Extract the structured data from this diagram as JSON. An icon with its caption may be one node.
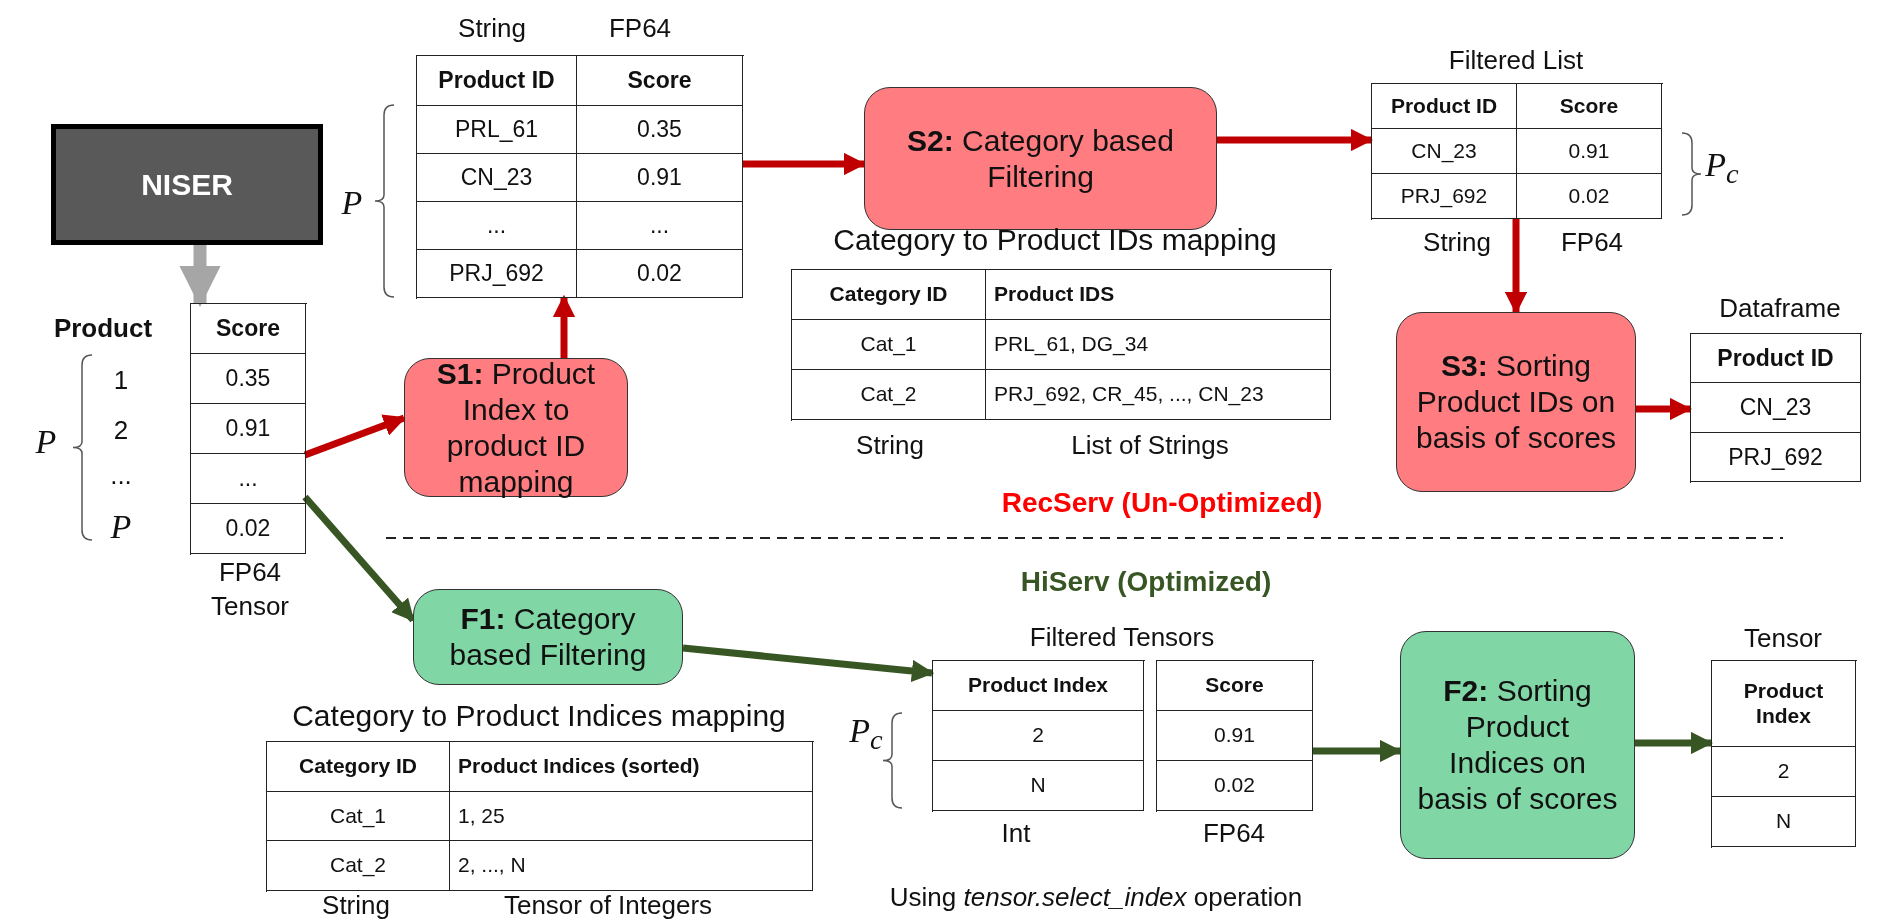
{
  "diagram": {
    "nodes": [
      {
        "text": [
          "NISER"
        ]
      },
      {
        "text": [
          "Score",
          "0.35",
          "0.91",
          "...",
          "0.02"
        ],
        "beside": [
          "FP64 Tensor"
        ]
      },
      {
        "text": [
          "**S1:** Product Index to product ID mapping"
        ]
      },
      {
        "text": [
          "Product ID",
          "Score",
          "PRL_61",
          "0.35",
          "CN_23",
          "0.91",
          "...",
          "...",
          "PRJ_692",
          "0.02"
        ],
        "beside": [
          "String",
          "FP64"
        ]
      },
      {
        "text": [
          "**S2:** Category based Filtering"
        ]
      },
      {
        "text": [
          "Product ID",
          "Score",
          "CN_23",
          "0.91",
          "PRJ_692",
          "0.02"
        ],
        "beside": [
          "Filtered List",
          "String",
          "FP64"
        ]
      },
      {
        "text": [
          "**S3:** Sorting Product IDs on basis of scores"
        ]
      },
      {
        "text": [
          "Product ID",
          "CN_23",
          "PRJ_692"
        ],
        "beside": [
          "Dataframe"
        ]
      },
      {
        "text": [
          "**F1:** Category based Filtering"
        ]
      },
      {
        "text": [
          "Product Index",
          "2",
          "N"
        ],
        "beside": [
          "Int"
        ]
      },
      {
        "text": [
          "Score",
          "0.91",
          "0.02"
        ],
        "beside": [
          "FP64"
        ]
      },
      {
        "text": [
          "**F2:** Sorting Product Indices on basis of scores"
        ]
      },
      {
        "text": [
          "Product Index",
          "2",
          "N"
        ],
        "beside": [
          "Tensor"
        ]
      },
      {
        "text": [
          "Category ID",
          "Product IDS",
          "Cat_1",
          "PRL_61, DG_34",
          "Cat_2",
          "PRJ_692, CR_45, ..., CN_23"
        ],
        "beside": [
          "Category to Product IDs mapping",
          "String",
          "List of Strings"
        ]
      },
      {
        "text": [
          "Category ID",
          "Product Indices (sorted)",
          "Cat_1",
          "1, 25",
          "Cat_2",
          "2, ..., N"
        ],
        "beside": [
          "Category to Product Indices mapping",
          "String",
          "Tensor of Integers"
        ]
      }
    ],
    "edges": [
      {
        "from": 0,
        "to": 1,
        "arrow": "to",
        "style": "thick",
        "color": "#a6a6a6"
      },
      {
        "from": 1,
        "to": 2,
        "arrow": "to"
      },
      {
        "from": 2,
        "to": 3,
        "arrow": "to"
      },
      {
        "from": 3,
        "to": 4,
        "arrow": "to"
      },
      {
        "from": 4,
        "to": 5,
        "arrow": "to"
      },
      {
        "from": 5,
        "to": 6,
        "arrow": "to"
      },
      {
        "from": 6,
        "to": 7,
        "arrow": "to"
      },
      {
        "from": 1,
        "to": 8,
        "arrow": "to",
        "color": "#375623"
      },
      {
        "from": 8,
        "to": 9,
        "arrow": "to",
        "color": "#375623"
      },
      {
        "from": 10,
        "to": 11,
        "arrow": "to",
        "color": "#375623"
      },
      {
        "from": 11,
        "to": 12,
        "arrow": "to",
        "color": "#375623"
      }
    ],
    "labels": [
      "P",
      "P$_{c}$",
      "Product",
      "1",
      "2",
      "...",
      "P",
      "P",
      "RecServ (Un-Optimized)",
      "HiServ (Optimized)",
      "Filtered Tensors",
      "P$_{c}$",
      "Using *tensor.select_index* operation"
    ]
  }
}
